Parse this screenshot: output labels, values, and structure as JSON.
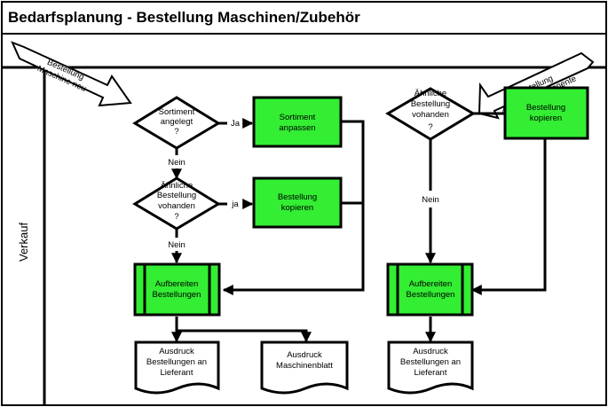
{
  "title": "Bedarfsplanung - Bestellung Maschinen/Zubehör",
  "lane_label": "Verkauf",
  "inputs": {
    "left_line1": "Bestellung",
    "left_line2": "Maschine neu",
    "right_line1": "Bestellung",
    "right_line2": "Zubehör/Komponente"
  },
  "decisions": {
    "sortiment": [
      "Sortiment",
      "angelegt",
      "?"
    ],
    "aehnlich_left": [
      "Ähnliche",
      "Bestellung",
      "vohanden",
      "?"
    ],
    "aehnlich_right": [
      "Ähnliche",
      "Bestellung",
      "vohanden",
      "?"
    ]
  },
  "processes": {
    "sortiment_anpassen": [
      "Sortiment",
      "anpassen"
    ],
    "bestellung_kopieren_left": [
      "Bestellung",
      "kopieren"
    ],
    "bestellung_kopieren_right": [
      "Bestellung",
      "kopieren"
    ]
  },
  "subprocesses": {
    "aufbereiten_left": [
      "Aufbereiten",
      "Bestellungen"
    ],
    "aufbereiten_right": [
      "Aufbereiten",
      "Bestellungen"
    ]
  },
  "documents": {
    "ausdruck_left": [
      "Ausdruck",
      "Bestellungen an",
      "Lieferant"
    ],
    "ausdruck_mid": [
      "Ausdruck",
      "Maschinenblatt"
    ],
    "ausdruck_right": [
      "Ausdruck",
      "Bestellungen an",
      "Lieferant"
    ]
  },
  "edge_labels": {
    "ja_upper": "Ja",
    "ja_lower": "ja",
    "nein_1": "Nein",
    "nein_2": "Nein",
    "nein_3": "Nein"
  },
  "colors": {
    "process_fill": "#33ee33",
    "line": "#000000",
    "background": "#ffffff"
  }
}
